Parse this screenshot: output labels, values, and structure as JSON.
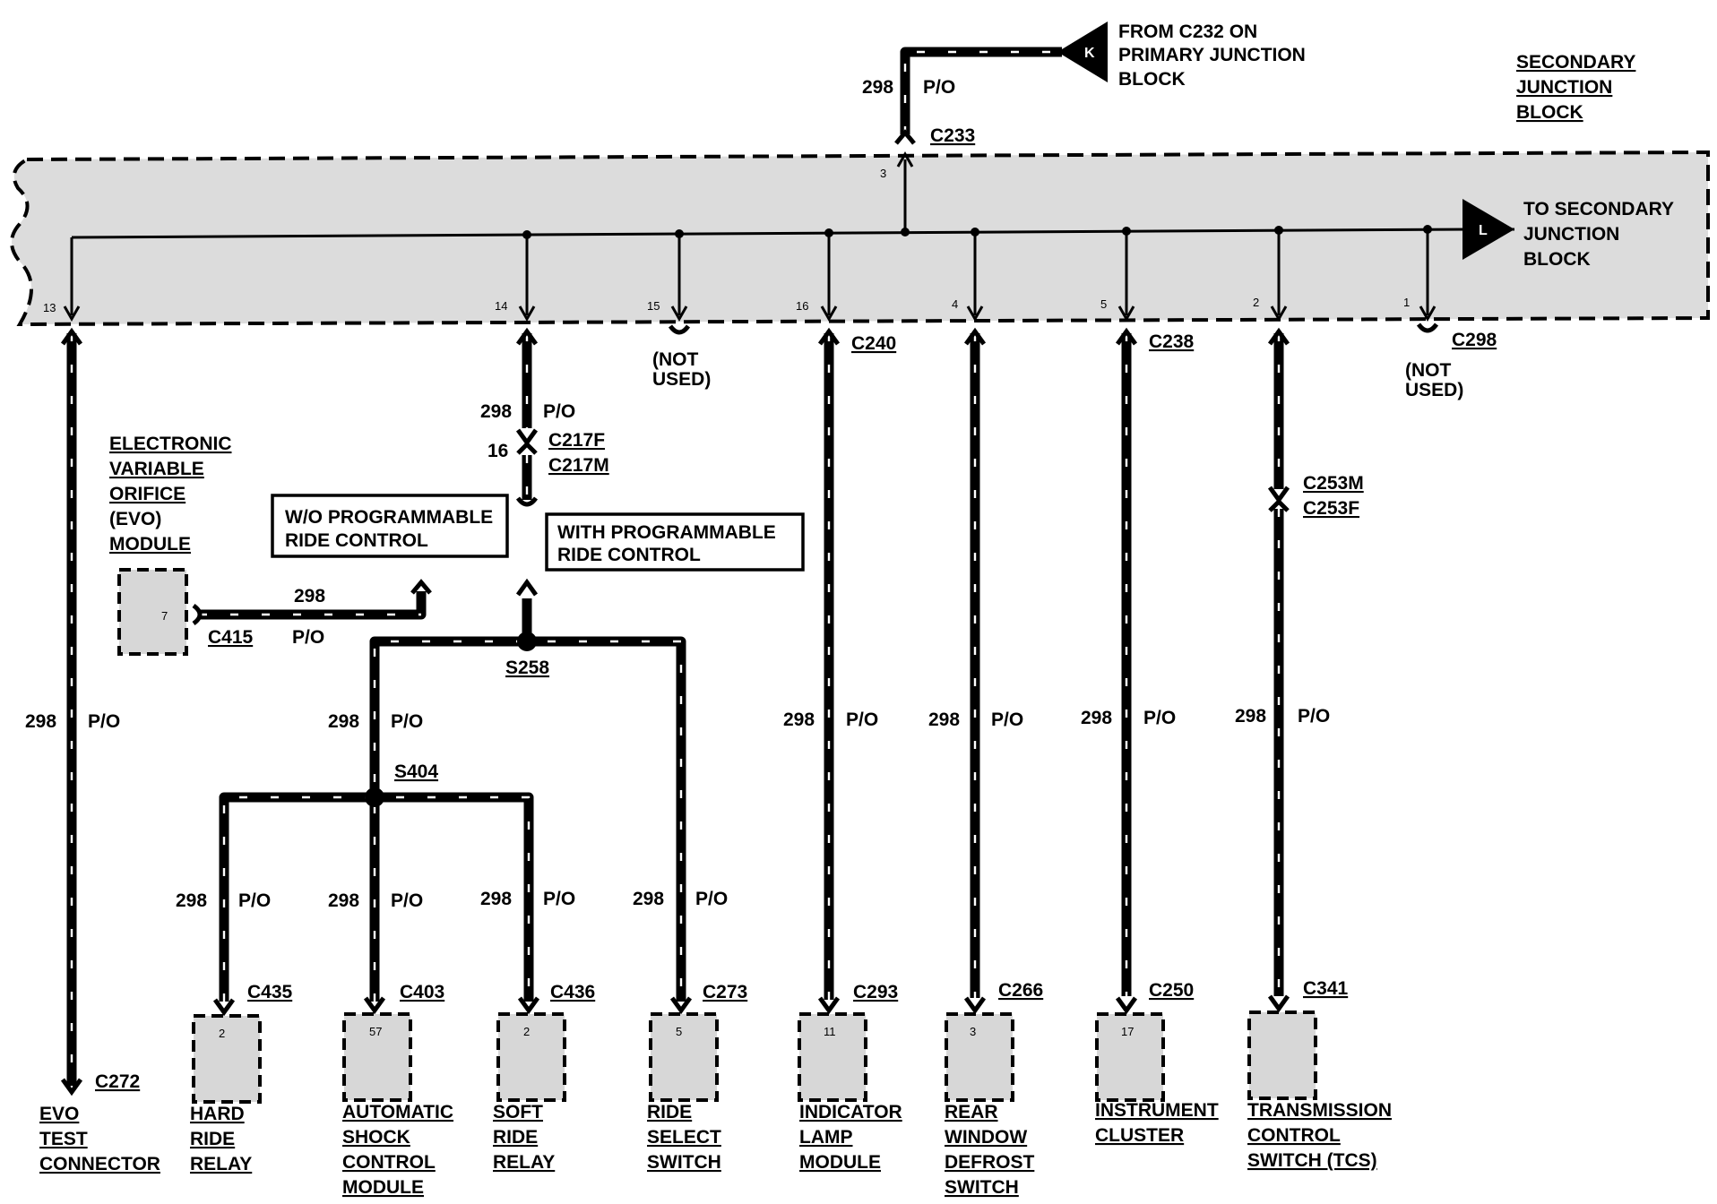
{
  "feed": {
    "from_text": [
      "FROM C232 ON",
      "PRIMARY JUNCTION",
      "BLOCK"
    ],
    "connector_letter": "K",
    "circuit": "298",
    "color": "P/O",
    "entry_connector": "C233",
    "entry_pin": "3"
  },
  "junction_block": {
    "label": [
      "SECONDARY",
      "JUNCTION",
      "BLOCK"
    ],
    "exit_letter": "L",
    "exit_text": [
      "TO SECONDARY",
      "JUNCTION",
      "BLOCK"
    ]
  },
  "pins": {
    "p13": "13",
    "p14": "14",
    "p15": "15",
    "p16": "16",
    "p4": "4",
    "p5": "5",
    "p2": "2",
    "p1": "1"
  },
  "block_connectors": {
    "c240": "C240",
    "c238": "C238",
    "c298": "C298"
  },
  "not_used": {
    "pin15": [
      "(NOT",
      "USED)"
    ],
    "pin1": [
      "(NOT",
      "USED)"
    ]
  },
  "inline": {
    "c217": [
      "C217F",
      "C217M"
    ],
    "c217_pin": "16",
    "c253": [
      "C253M",
      "C253F"
    ]
  },
  "options": {
    "without": [
      "W/O PROGRAMMABLE",
      "RIDE CONTROL"
    ],
    "with": [
      "WITH PROGRAMMABLE",
      "RIDE CONTROL"
    ]
  },
  "evo": {
    "label": [
      "ELECTRONIC",
      "VARIABLE",
      "ORIFICE",
      "(EVO)",
      "MODULE"
    ],
    "pin": "7",
    "connector": "C415"
  },
  "splices": {
    "s258": "S258",
    "s404": "S404"
  },
  "wire": {
    "circuit": "298",
    "color": "P/O"
  },
  "components": [
    {
      "connector": "C272",
      "pin": "",
      "label": [
        "EVO",
        "TEST",
        "CONNECTOR"
      ]
    },
    {
      "connector": "C435",
      "pin": "2",
      "label": [
        "HARD",
        "RIDE",
        "RELAY"
      ]
    },
    {
      "connector": "C403",
      "pin": "57",
      "label": [
        "AUTOMATIC",
        "SHOCK",
        "CONTROL",
        "MODULE"
      ]
    },
    {
      "connector": "C436",
      "pin": "2",
      "label": [
        "SOFT",
        "RIDE",
        "RELAY"
      ]
    },
    {
      "connector": "C273",
      "pin": "5",
      "label": [
        "RIDE",
        "SELECT",
        "SWITCH"
      ]
    },
    {
      "connector": "C293",
      "pin": "11",
      "label": [
        "INDICATOR",
        "LAMP",
        "MODULE"
      ]
    },
    {
      "connector": "C266",
      "pin": "3",
      "label": [
        "REAR",
        "WINDOW",
        "DEFROST",
        "SWITCH"
      ]
    },
    {
      "connector": "C250",
      "pin": "17",
      "label": [
        "INSTRUMENT",
        "CLUSTER"
      ]
    },
    {
      "connector": "C341",
      "pin": "",
      "label": [
        "TRANSMISSION",
        "CONTROL",
        "SWITCH (TCS)"
      ]
    }
  ],
  "colors": {
    "wire": "#000000",
    "block_fill": "#dcdcdc",
    "background": "#ffffff"
  }
}
